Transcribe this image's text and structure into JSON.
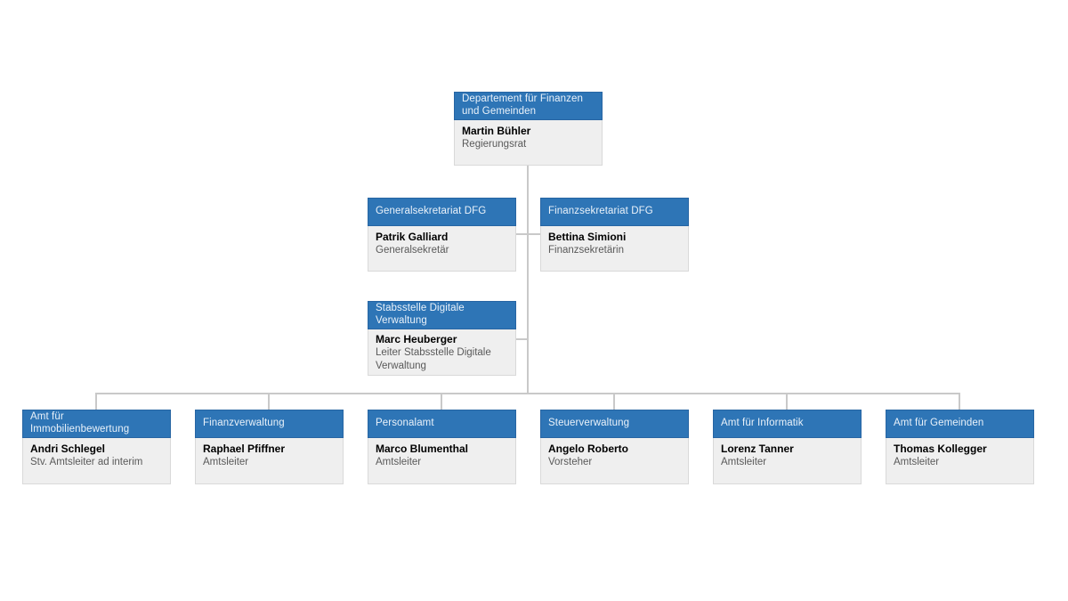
{
  "chart_title": "",
  "colors": {
    "header_bg": "#2E75B6",
    "header_border": "#2765A3",
    "header_text": "#EAF2FA",
    "body_bg": "#EFEFEF",
    "body_border": "#D9D9D9",
    "person_text": "#000000",
    "role_text": "#595959",
    "connector": "#C9C9C9",
    "background": "#FFFFFF"
  },
  "nodes": [
    {
      "id": "departement",
      "title": "Departement für Finanzen und Gemeinden",
      "person": "Martin Bühler",
      "role": "Regierungsrat",
      "parent": null
    },
    {
      "id": "generalsekretariat",
      "title": "Generalsekretariat DFG",
      "person": "Patrik Galliard",
      "role": "Generalsekretär",
      "parent": "departement"
    },
    {
      "id": "finanzsekretariat",
      "title": "Finanzsekretariat DFG",
      "person": "Bettina Simioni",
      "role": "Finanzsekretärin",
      "parent": "departement"
    },
    {
      "id": "stabsstelle-digitale-verwaltung",
      "title": "Stabsstelle Digitale Verwaltung",
      "person": "Marc Heuberger",
      "role": "Leiter Stabsstelle Digitale Verwaltung",
      "parent": "departement"
    },
    {
      "id": "amt-fuer-immobilienbewertung",
      "title": "Amt für Immobilienbewertung",
      "person": "Andri Schlegel",
      "role": "Stv. Amtsleiter ad interim",
      "parent": "departement"
    },
    {
      "id": "finanzverwaltung",
      "title": "Finanzverwaltung",
      "person": "Raphael Pfiffner",
      "role": "Amtsleiter",
      "parent": "departement"
    },
    {
      "id": "personalamt",
      "title": "Personalamt",
      "person": "Marco Blumenthal",
      "role": "Amtsleiter",
      "parent": "departement"
    },
    {
      "id": "steuerverwaltung",
      "title": "Steuerverwaltung",
      "person": "Angelo Roberto",
      "role": "Vorsteher",
      "parent": "departement"
    },
    {
      "id": "amt-fuer-informatik",
      "title": "Amt für Informatik",
      "person": "Lorenz Tanner",
      "role": "Amtsleiter",
      "parent": "departement"
    },
    {
      "id": "amt-fuer-gemeinden",
      "title": "Amt für Gemeinden",
      "person": "Thomas Kollegger",
      "role": "Amtsleiter",
      "parent": "departement"
    }
  ]
}
